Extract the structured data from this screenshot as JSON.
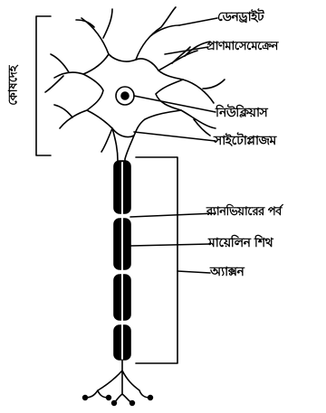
{
  "labels": {
    "dendrite": "ডেনড্রাইট",
    "protoplasm": "প্রাণমাসেমেক্রেন",
    "nucleus": "নিউক্লিয়াস",
    "cytoplasm": "সাইটোপ্লাজম",
    "node": "র‍্যানভিয়ারের পর্ব",
    "myelin": "মায়েলিন শিথ",
    "axon": "অ্যাক্সন",
    "cell_body": "কোষদেহ"
  },
  "colors": {
    "ink": "#000000",
    "background": "#ffffff"
  }
}
